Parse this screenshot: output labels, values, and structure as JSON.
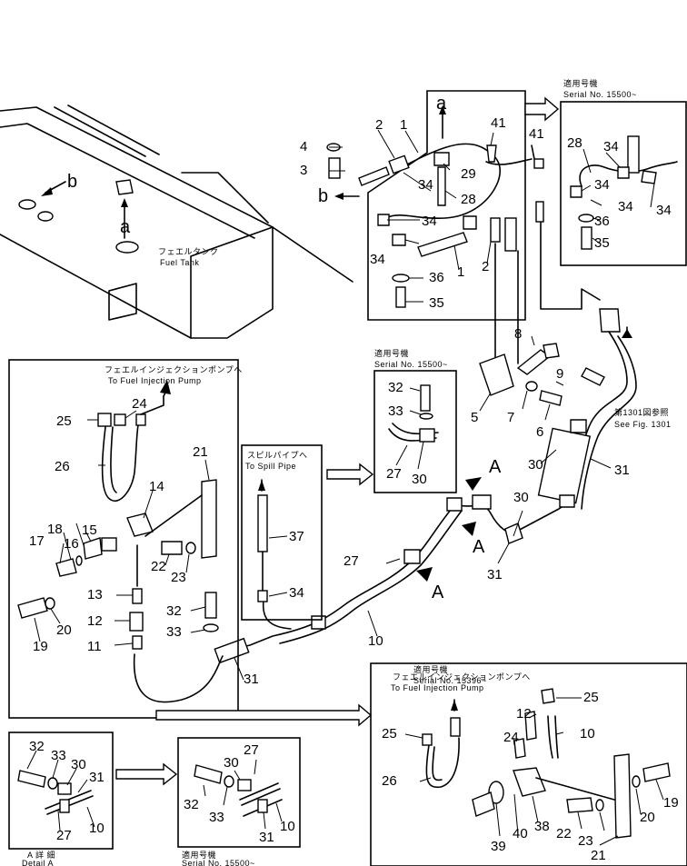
{
  "colors": {
    "ink": "#000000",
    "paper": "#ffffff"
  },
  "labels": {
    "fuel_tank_jp": "フェエルタンク",
    "fuel_tank_en": "Fuel Tank",
    "serial_15500_top_jp": "適用号機",
    "serial_15500_top_en": "Serial No. 15500~",
    "serial_15500_mid_jp": "適用号機",
    "serial_15500_mid_en": "Serial No. 15500~",
    "serial_15396_jp": "適用号機",
    "serial_15396_en": "Serial No. 15396~",
    "to_pump_left_jp": "フェエルインジェクションポンプへ",
    "to_pump_left_en": "To Fuel Injection Pump",
    "to_pump_right_jp": "フェエルインジェクションポンプへ",
    "to_pump_right_en": "To Fuel Injection Pump",
    "spill_jp": "スピルパイプへ",
    "spill_en": "To Spill Pipe",
    "see_fig_jp": "第1301図参照",
    "see_fig_en": "See Fig. 1301",
    "detail_a_jp": "A 詳 細",
    "detail_a_en": "Detail A",
    "serial_bottom_jp": "適用号機",
    "serial_bottom_en": "Serial No. 15500~"
  },
  "view_letters": {
    "a_top": "a",
    "b_top": "b",
    "a_tank": "a",
    "b_tank": "b",
    "A1": "A",
    "A2": "A",
    "A3": "A"
  },
  "callouts": [
    "1",
    "2",
    "41",
    "4",
    "3",
    "29",
    "28",
    "34",
    "34",
    "34",
    "36",
    "35",
    "1",
    "2",
    "41",
    "28",
    "34",
    "34",
    "34",
    "36",
    "35",
    "8",
    "9",
    "5",
    "7",
    "6",
    "30",
    "31",
    "30",
    "31",
    "32",
    "33",
    "27",
    "30",
    "24",
    "25",
    "26",
    "21",
    "14",
    "15",
    "16",
    "18",
    "17",
    "22",
    "23",
    "13",
    "12",
    "11",
    "20",
    "19",
    "37",
    "34",
    "32",
    "33",
    "31",
    "27",
    "10",
    "25",
    "12",
    "10",
    "25",
    "24",
    "26",
    "39",
    "40",
    "38",
    "22",
    "23",
    "20",
    "19",
    "21",
    "32",
    "33",
    "30",
    "31",
    "27",
    "10",
    "27",
    "30",
    "32",
    "33",
    "31",
    "10"
  ]
}
